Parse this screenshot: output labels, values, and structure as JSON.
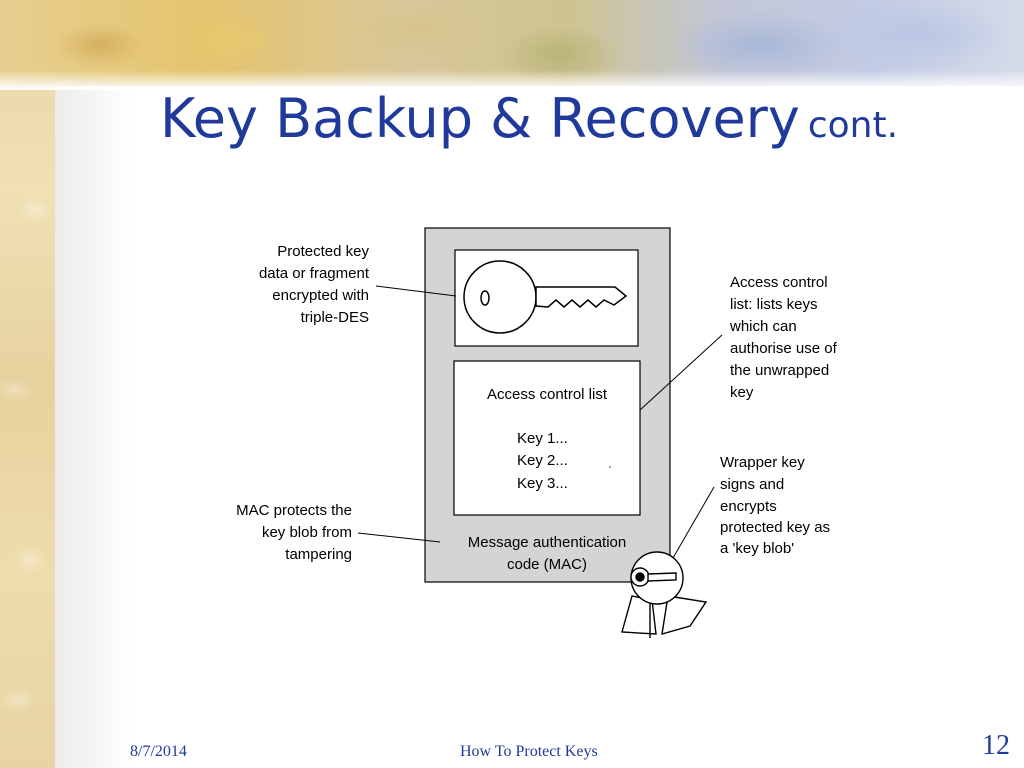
{
  "slide": {
    "title": "Key Backup & Recovery",
    "title_suffix": "cont.",
    "footer_date": "8/7/2014",
    "footer_center": "How To Protect Keys",
    "page_number": "12",
    "colors": {
      "title": "#1f3a9a",
      "blob_fill": "#d4d4d4"
    }
  },
  "diagram": {
    "callout_protected": [
      "Protected key",
      "data or fragment",
      "encrypted with",
      "triple-DES"
    ],
    "acl_heading": "Access control list",
    "acl_keys": [
      "Key 1...",
      "Key 2...",
      "Key 3..."
    ],
    "mac_box": [
      "Message authentication",
      "code (MAC)"
    ],
    "callout_acl": [
      "Access control",
      "list: lists keys",
      "which can",
      "authorise use of",
      "the unwrapped",
      "key"
    ],
    "callout_mac": [
      "MAC protects the",
      "key blob from",
      "tampering"
    ],
    "callout_wrapper": [
      "Wrapper key",
      "signs and",
      "encrypts",
      "protected key as",
      "a 'key blob'"
    ],
    "icons": [
      "key-icon",
      "key-holder-figure-icon"
    ]
  }
}
